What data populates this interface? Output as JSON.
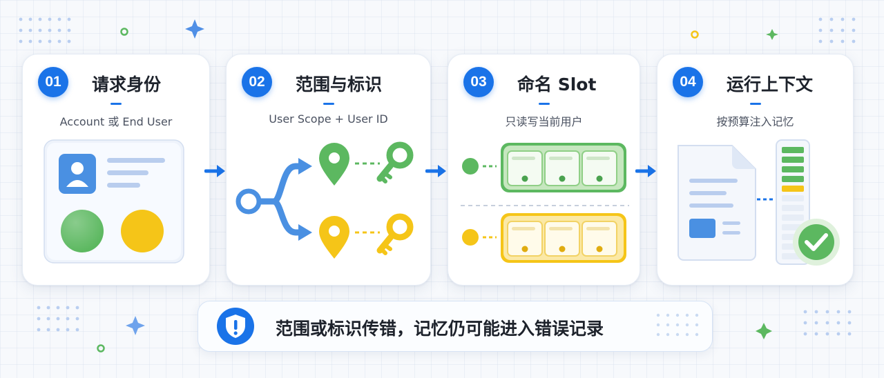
{
  "steps": [
    {
      "number": "01",
      "title": "请求身份",
      "subtitle": "Account 或 End User"
    },
    {
      "number": "02",
      "title": "范围与标识",
      "subtitle": "User Scope + User ID"
    },
    {
      "number": "03",
      "title": "命名 Slot",
      "subtitle": "只读写当前用户"
    },
    {
      "number": "04",
      "title": "运行上下文",
      "subtitle": "按预算注入记忆"
    }
  ],
  "banner": {
    "text": "范围或标识传错，记忆仍可能进入错误记录",
    "icon": "shield-alert-icon"
  },
  "colors": {
    "accent": "#1a73e8",
    "green": "#5cb860",
    "yellow": "#f5c518",
    "background": "#f7f9fc"
  }
}
